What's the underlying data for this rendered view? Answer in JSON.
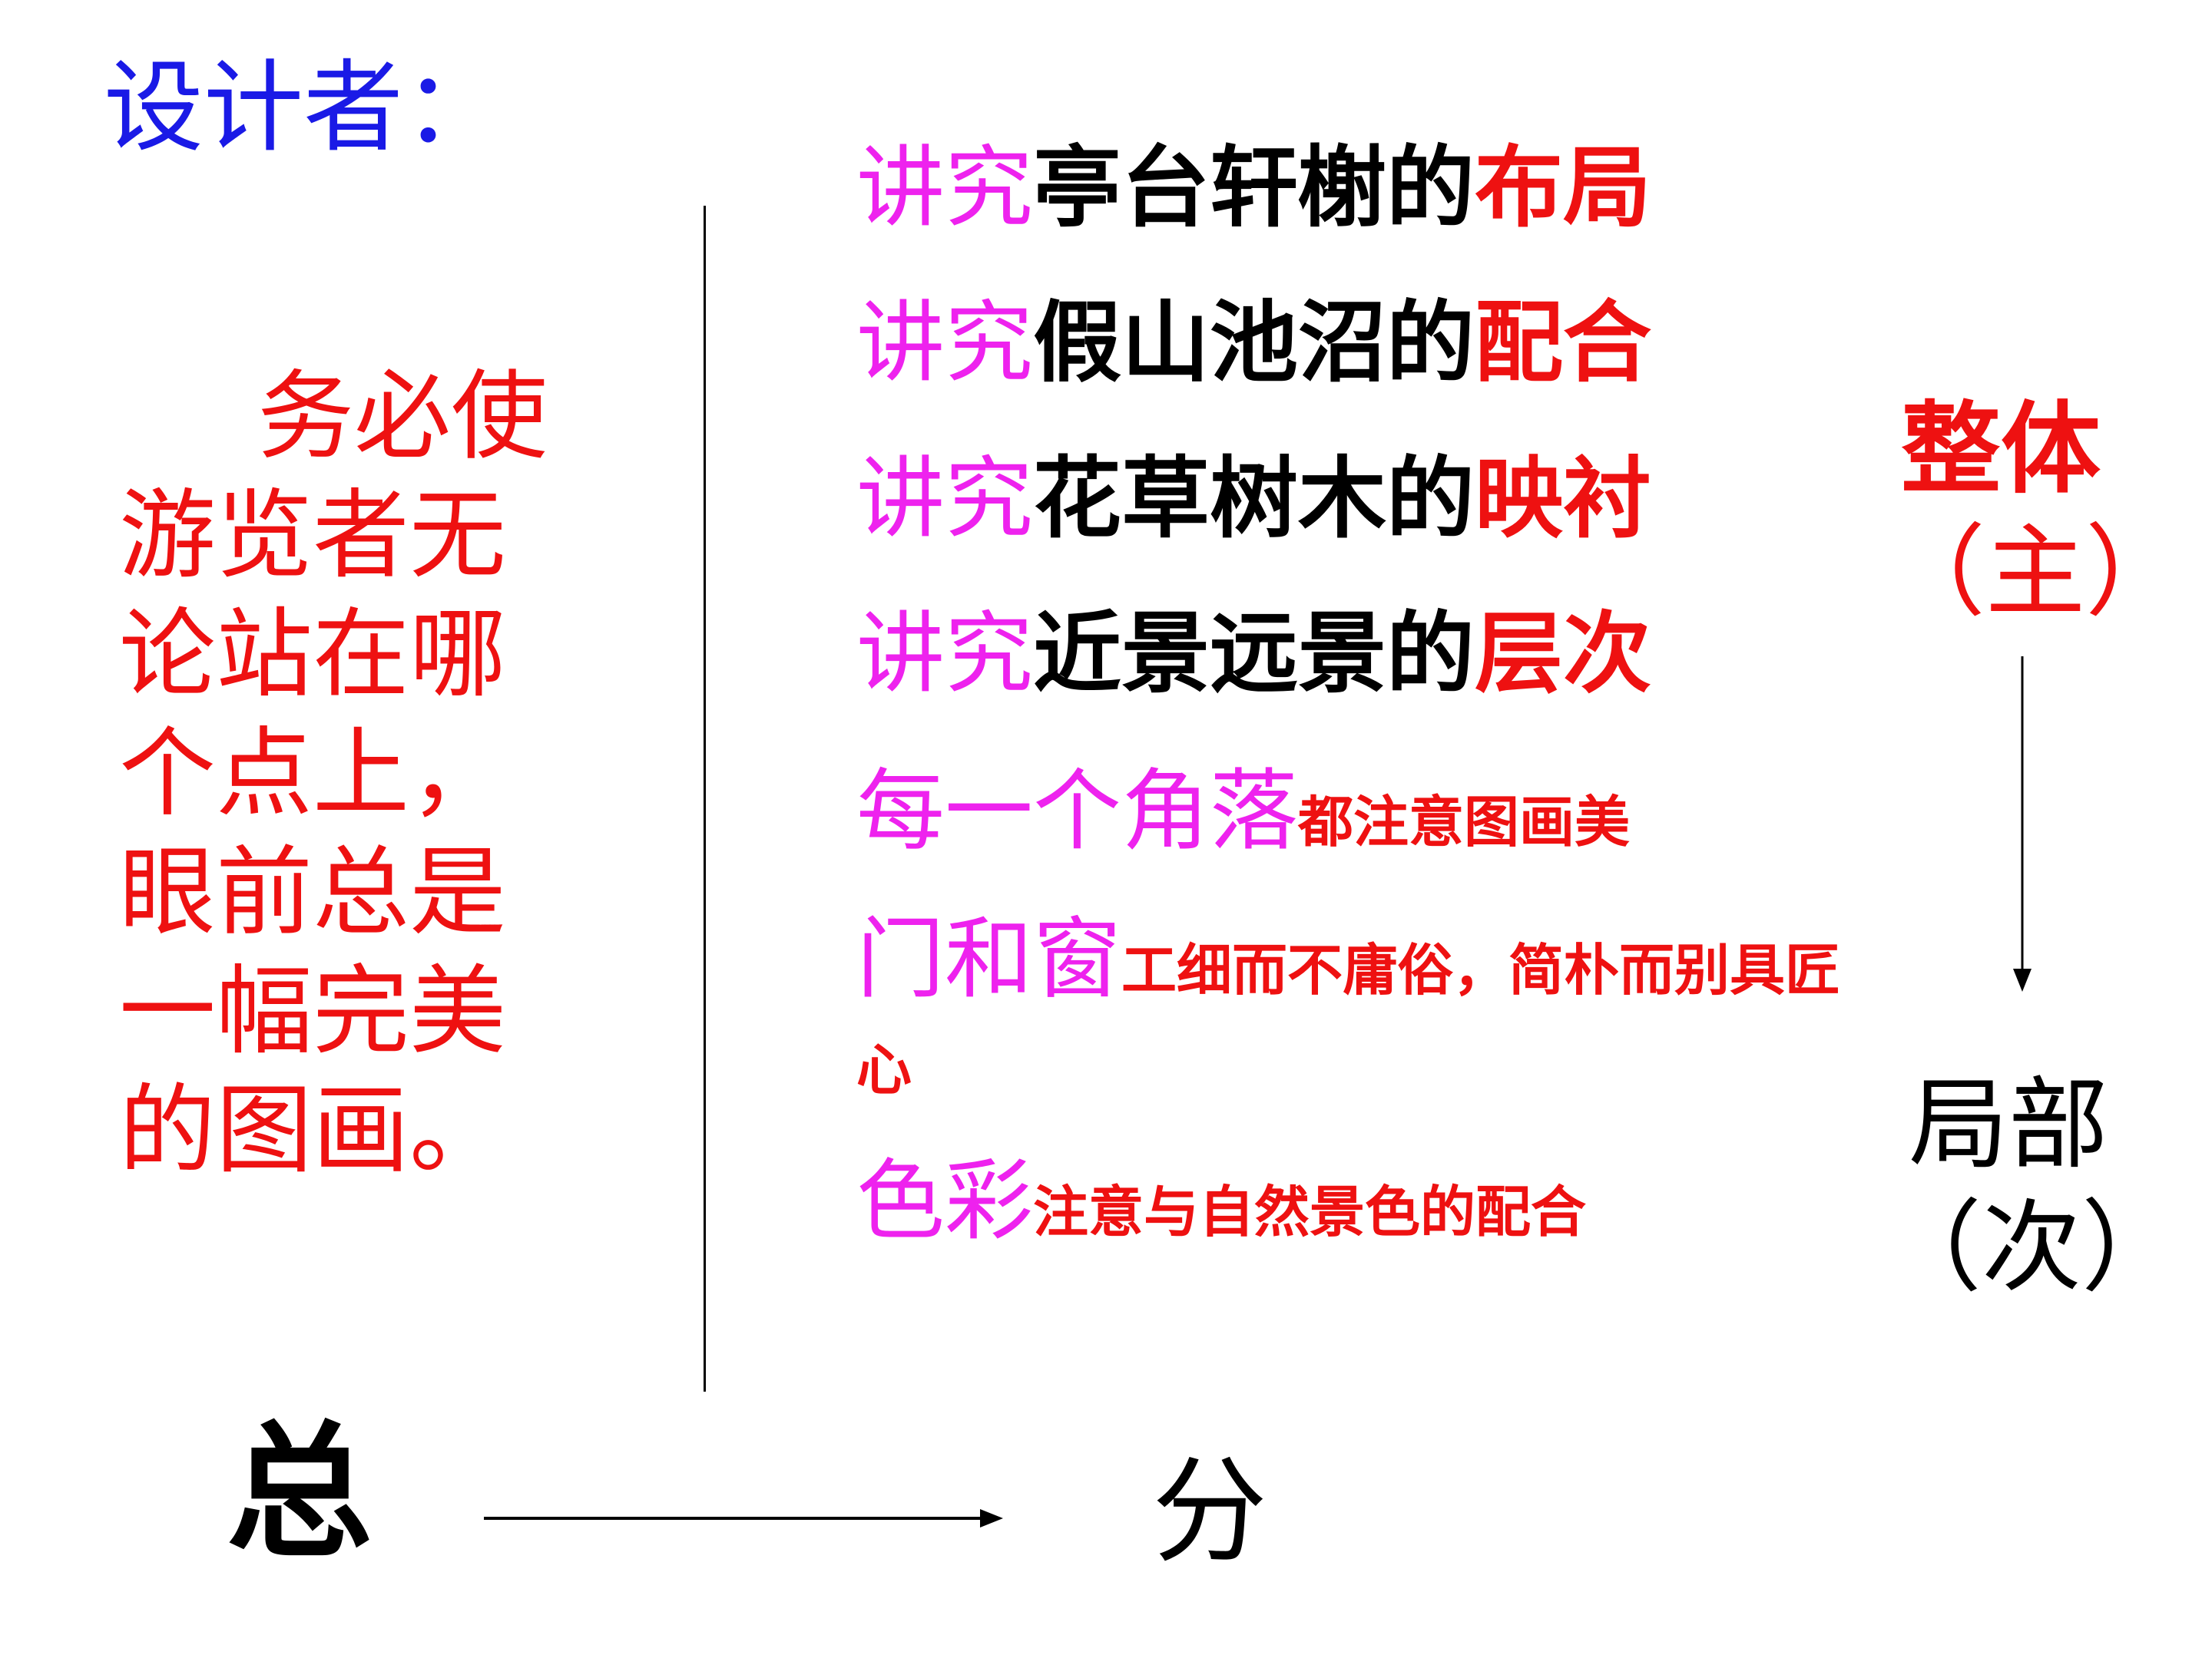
{
  "title": "设计者：",
  "left_paragraph": {
    "line1": "务必使",
    "rest": "游览者无论站在哪个点上，眼前总是一幅完美的图画。"
  },
  "list": [
    {
      "lead": "讲究",
      "middle": "亭台轩榭的",
      "tail": "布局"
    },
    {
      "lead": "讲究",
      "middle": "假山池沼的",
      "tail": "配合"
    },
    {
      "lead": "讲究",
      "middle": "花草树木的",
      "tail": "映衬"
    },
    {
      "lead": "讲究",
      "middle": "近景远景的",
      "tail": "层次"
    },
    {
      "lead": "每一个角落",
      "rest": "都注意图画美"
    },
    {
      "lead": "门和窗",
      "rest": "工细而不庸俗，简朴而别具匠心"
    },
    {
      "lead": "色彩",
      "rest": "注意与自然景色的配合"
    }
  ],
  "right_top": {
    "main": "整体",
    "sub": "（主）"
  },
  "right_bottom": {
    "main": "局部",
    "sub": "（次）"
  },
  "bottom": {
    "left": "总",
    "right": "分"
  }
}
